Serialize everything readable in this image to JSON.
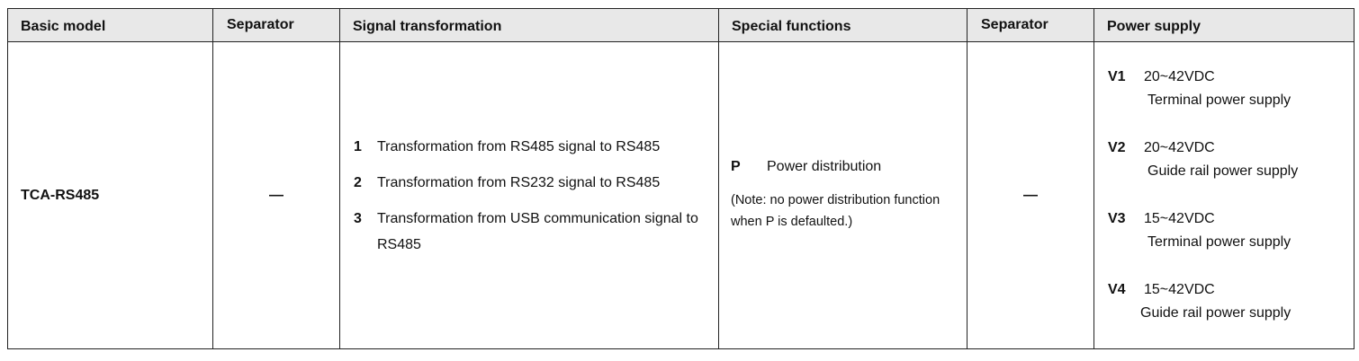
{
  "headers": {
    "basic_model": "Basic model",
    "separator1": "Separator",
    "signal_transformation": "Signal transformation",
    "special_functions": "Special functions",
    "separator2": "Separator",
    "power_supply": "Power supply"
  },
  "row": {
    "basic_model": "TCA-RS485",
    "separator1": "—",
    "separator2": "—",
    "signal": [
      {
        "num": "1",
        "text": "Transformation from RS485 signal to RS485"
      },
      {
        "num": "2",
        "text": "Transformation from RS232 signal to RS485"
      },
      {
        "num": "3",
        "text": "Transformation from USB communication signal to RS485"
      }
    ],
    "special": {
      "code": "P",
      "label": "Power distribution",
      "note": "(Note: no power distribution function when P is defaulted.)"
    },
    "power": [
      {
        "code": "V1",
        "voltage": "20~42VDC",
        "desc": "Terminal power supply"
      },
      {
        "code": "V2",
        "voltage": "20~42VDC",
        "desc": "Guide rail power supply"
      },
      {
        "code": "V3",
        "voltage": "15~42VDC",
        "desc": "Terminal power supply"
      },
      {
        "code": "V4",
        "voltage": "15~42VDC",
        "desc": "Guide rail power supply"
      }
    ]
  }
}
